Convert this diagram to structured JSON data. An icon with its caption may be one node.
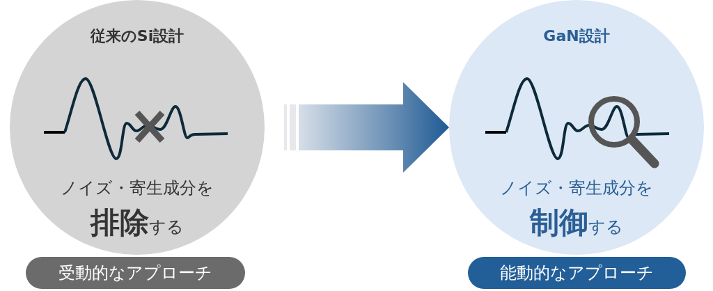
{
  "diagram": {
    "nodes": [
      {
        "text": [
          "従来のSi設計",
          "ノイズ・寄生成分を**排除**する"
        ]
      },
      {
        "text": [
          "受動的なアプローチ"
        ]
      },
      {
        "text": [
          "GaN設計",
          "ノイズ・寄生成分を**制御**する"
        ]
      },
      {
        "text": [
          "能動的なアプローチ"
        ]
      }
    ],
    "edges": [
      {
        "from": 0,
        "to": 2,
        "arrow": "to"
      }
    ]
  }
}
